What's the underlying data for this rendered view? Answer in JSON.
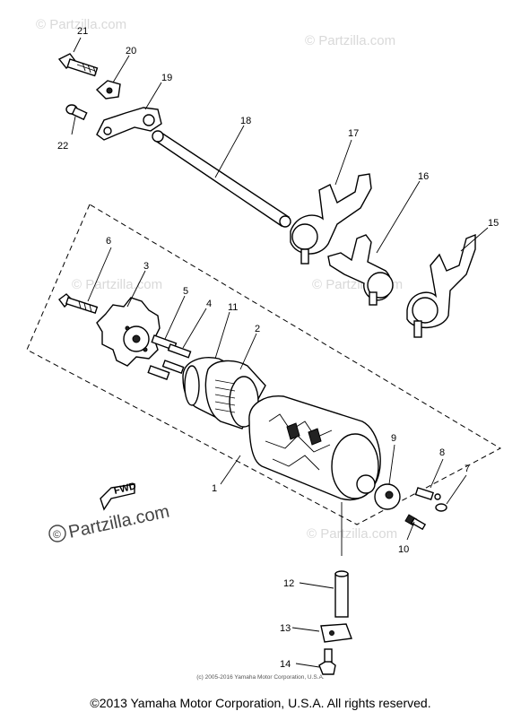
{
  "watermark": {
    "text": "© Partzilla.com",
    "symbol": "©",
    "brand": "Partzilla.com"
  },
  "labels": {
    "p1": "1",
    "p2": "2",
    "p3": "3",
    "p4": "4",
    "p5": "5",
    "p6": "6",
    "p7": "7",
    "p8": "8",
    "p9": "9",
    "p10": "10",
    "p11": "11",
    "p12": "12",
    "p13": "13",
    "p14": "14",
    "p15": "15",
    "p16": "16",
    "p17": "17",
    "p18": "18",
    "p19": "19",
    "p20": "20",
    "p21": "21",
    "p22": "22"
  },
  "fwd_label": "FWD",
  "small_copyright": "(c) 2005-2016 Yamaha Motor Corporation, U.S.A.",
  "copyright": "©2013 Yamaha Motor Corporation, U.S.A. All rights reserved."
}
